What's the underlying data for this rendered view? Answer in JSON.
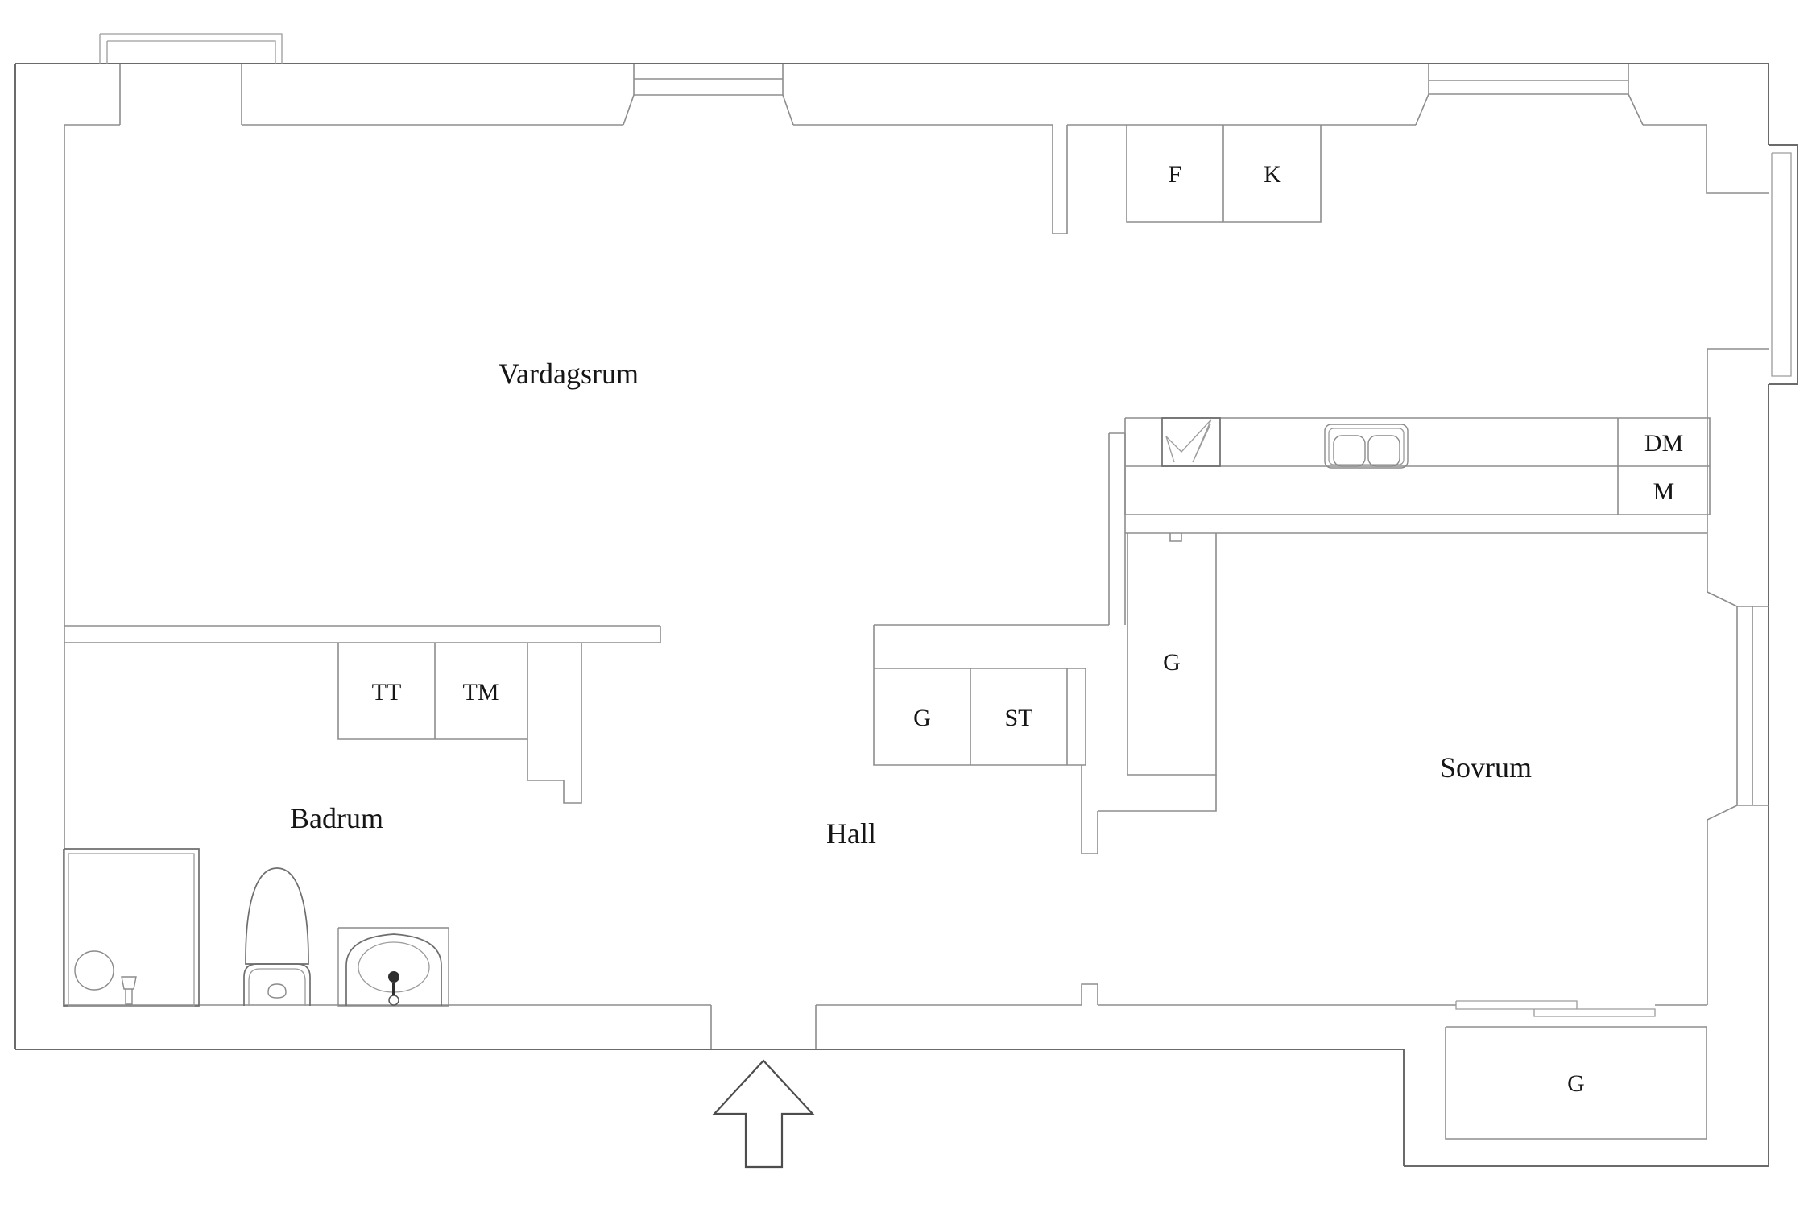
{
  "labels": {
    "living_room": "Vardagsrum",
    "bathroom": "Badrum",
    "hall": "Hall",
    "bedroom": "Sovrum",
    "freezer": "F",
    "fridge": "K",
    "dishwasher": "DM",
    "micro": "M",
    "dryer": "TT",
    "washing_machine": "TM",
    "hall_wardrobe": "G",
    "hall_cleaning_closet": "ST",
    "kitchen_wardrobe": "G",
    "bedroom_wardrobe": "G"
  },
  "colors": {
    "background": "#ffffff",
    "outer_wall": "#6b6b6b",
    "inner_wall": "#8d8d8d",
    "light_detail": "#9c9c9c",
    "label_text": "#151515"
  }
}
